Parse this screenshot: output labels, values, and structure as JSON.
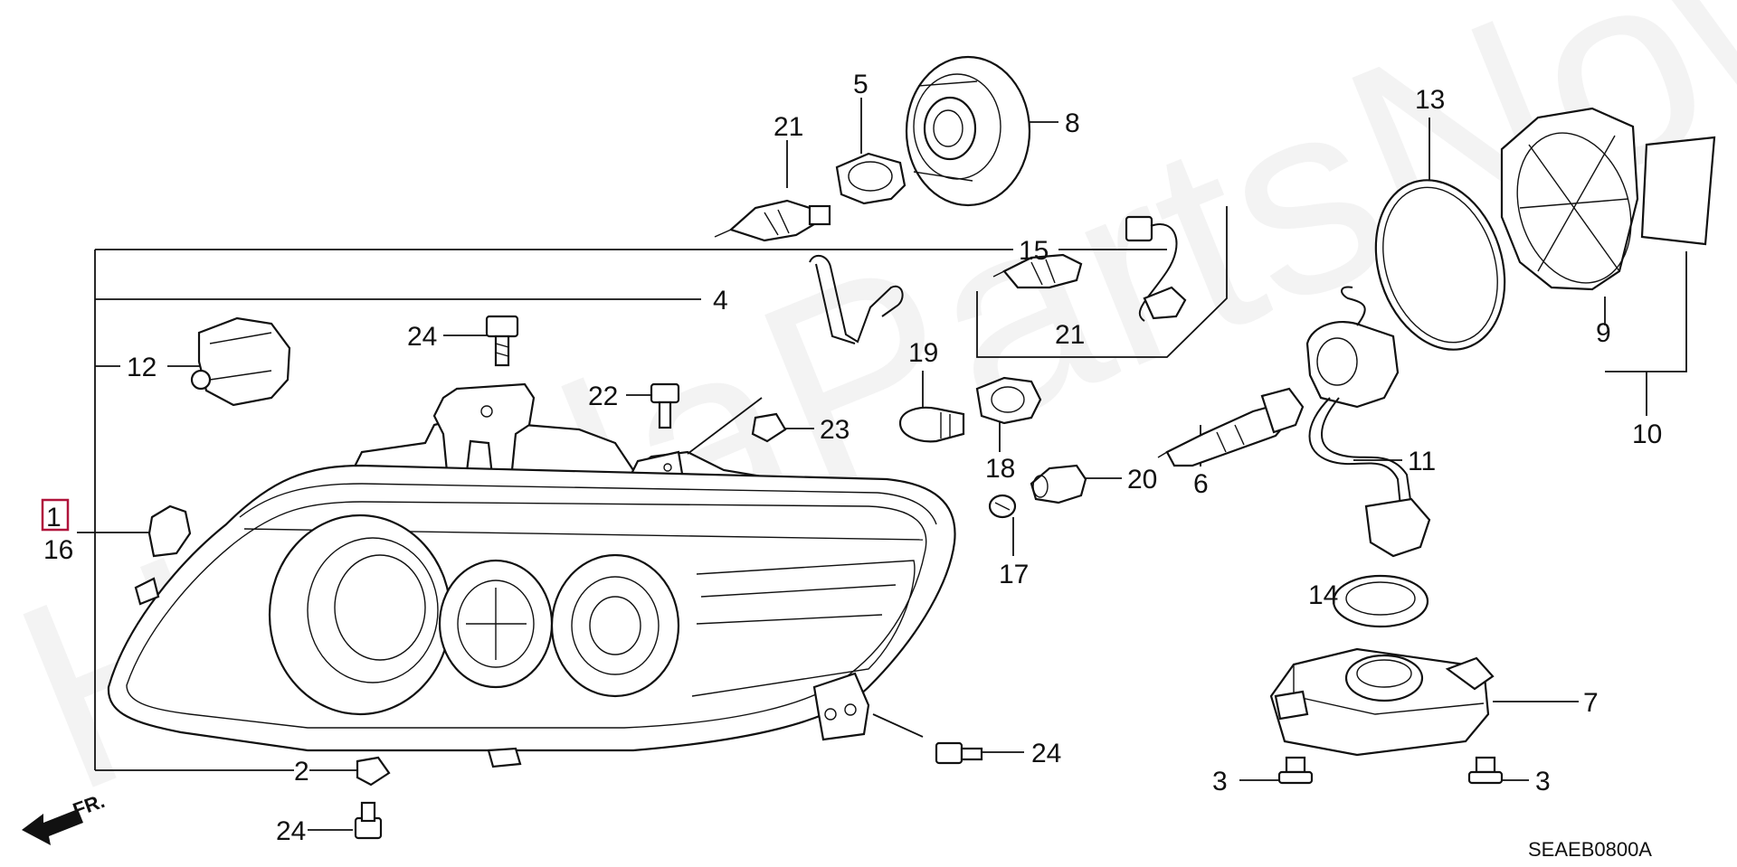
{
  "diagram": {
    "watermark": "HondaPartsNow.ru",
    "diagram_code": "SEAEB0800A",
    "direction_label": "FR.",
    "callouts": {
      "n1": "1",
      "n16": "16",
      "n2": "2",
      "n3a": "3",
      "n3b": "3",
      "n4": "4",
      "n5": "5",
      "n6": "6",
      "n7": "7",
      "n8": "8",
      "n9": "9",
      "n10": "10",
      "n11": "11",
      "n12": "12",
      "n13": "13",
      "n14": "14",
      "n15": "15",
      "n17": "17",
      "n18": "18",
      "n19": "19",
      "n20": "20",
      "n21a": "21",
      "n21b": "21",
      "n22": "22",
      "n23": "23",
      "n24a": "24",
      "n24b": "24",
      "n24c": "24"
    }
  }
}
